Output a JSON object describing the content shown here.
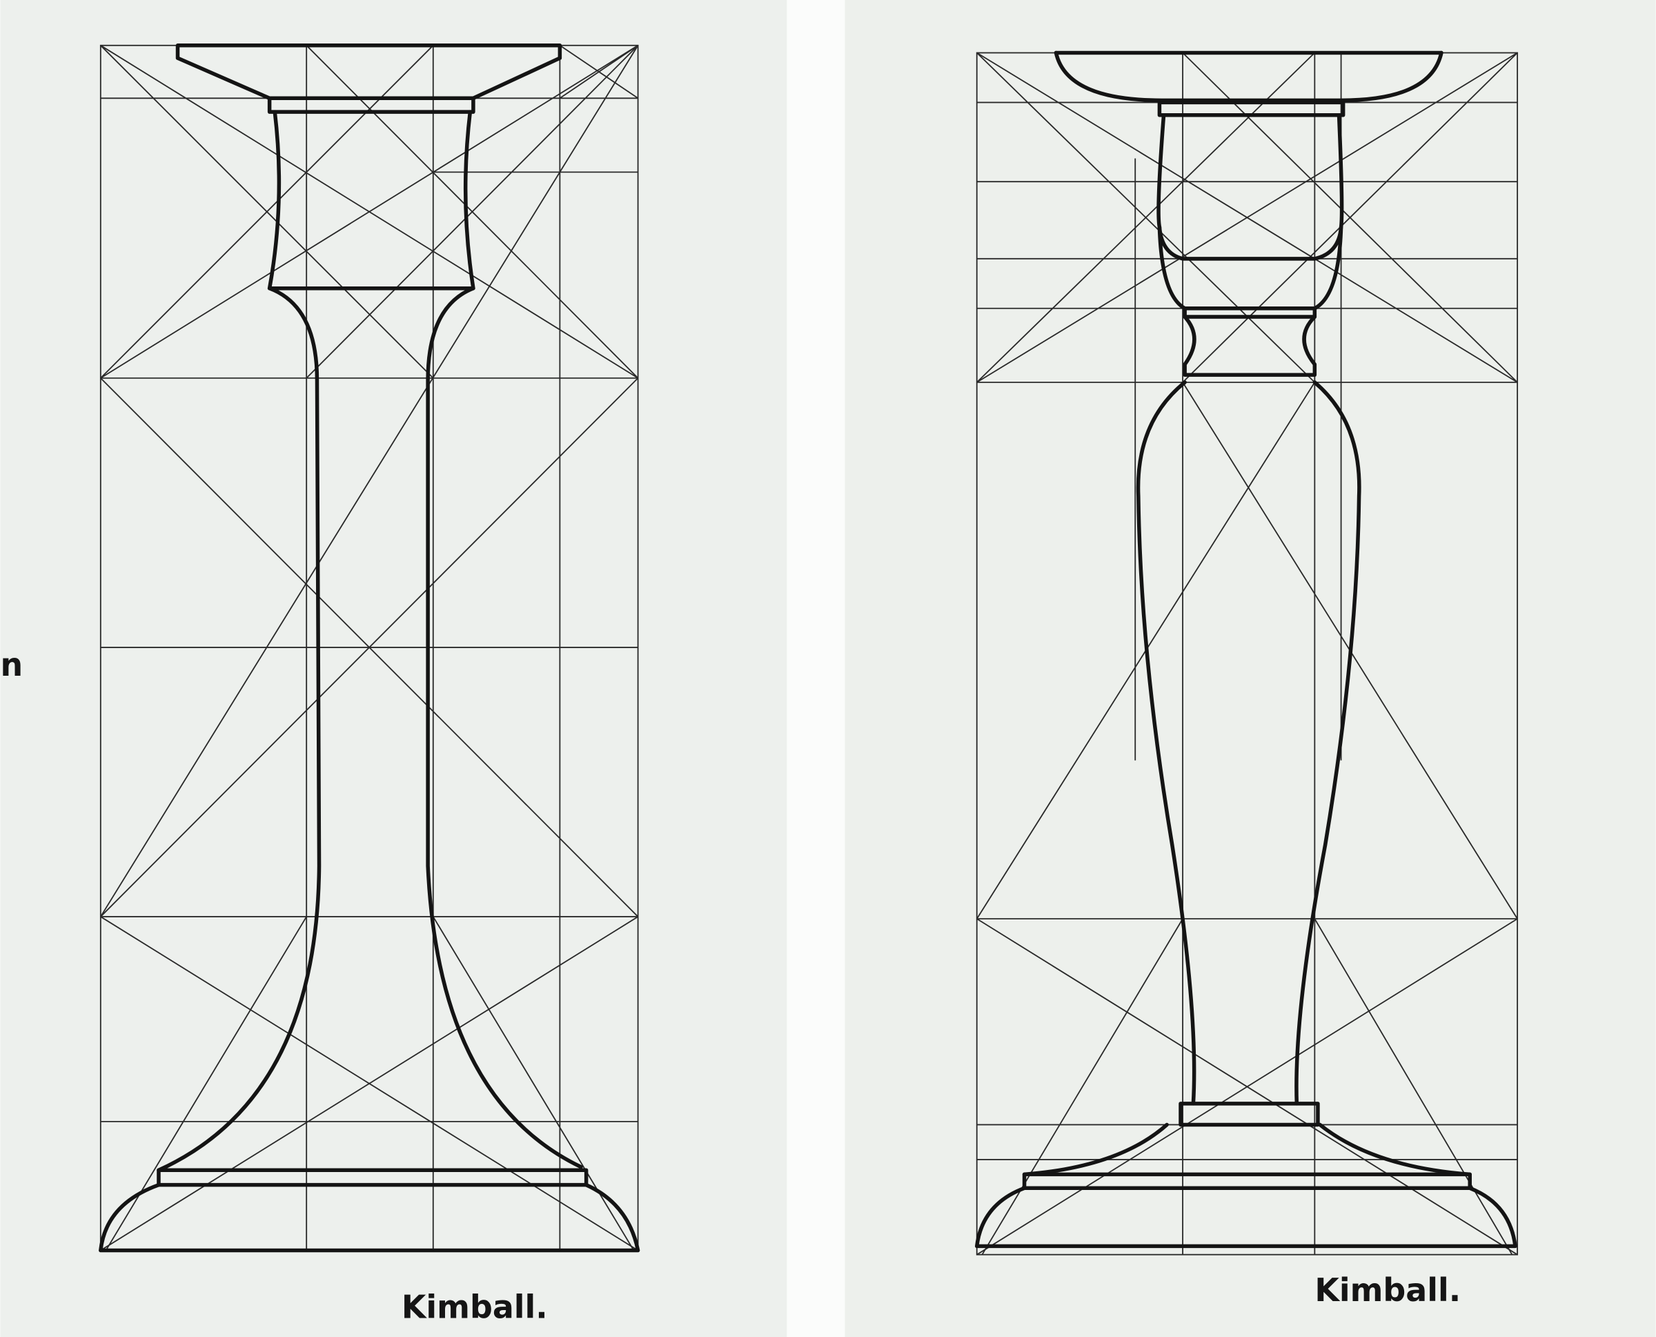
{
  "left_sheet": {
    "caption": "Kimball.",
    "margin_letter": "n"
  },
  "right_sheet": {
    "caption": "Kimball."
  },
  "colors": {
    "paper": "#edf0ed",
    "ink": "#141414"
  }
}
